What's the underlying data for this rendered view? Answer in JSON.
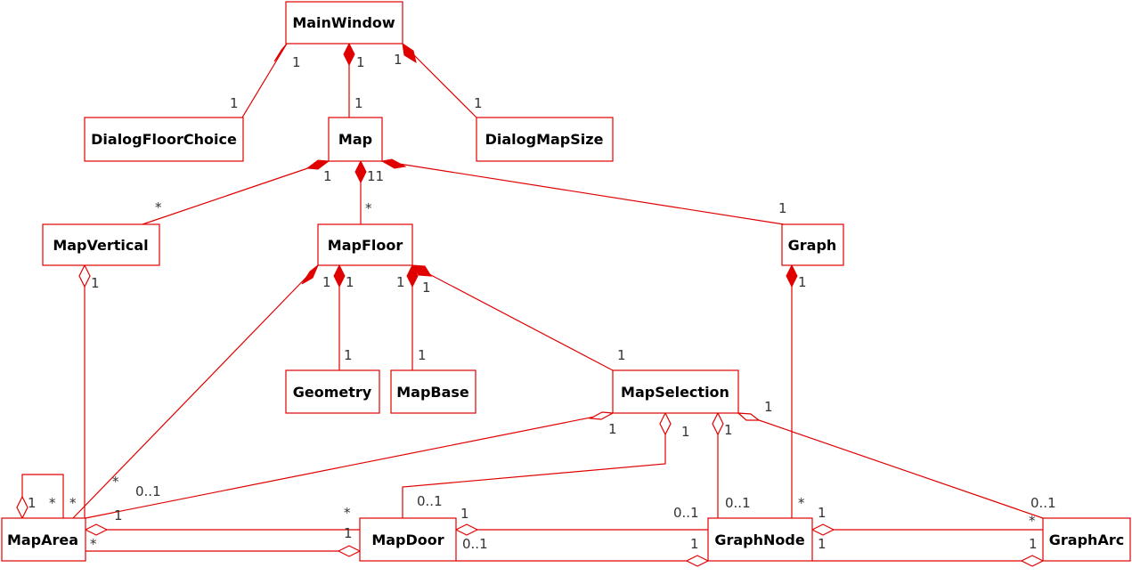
{
  "diagram": {
    "classes": {
      "main_window": "MainWindow",
      "dialog_floor_choice": "DialogFloorChoice",
      "map": "Map",
      "dialog_map_size": "DialogMapSize",
      "map_vertical": "MapVertical",
      "map_floor": "MapFloor",
      "graph": "Graph",
      "geometry": "Geometry",
      "map_base": "MapBase",
      "map_selection": "MapSelection",
      "map_area": "MapArea",
      "map_door": "MapDoor",
      "graph_node": "GraphNode",
      "graph_arc": "GraphArc"
    },
    "multiplicities": {
      "mw_dfc_src": "1",
      "mw_dfc_dst": "1",
      "mw_map_src": "1",
      "mw_map_dst": "1",
      "mw_dms_src": "1",
      "mw_dms_dst": "1",
      "map_mv_src": "1",
      "map_mv_dst": "*",
      "map_mf_src": "11",
      "map_mf_dst": "*",
      "map_graph_dst": "1",
      "mv_ma_src": "1",
      "mv_ma_dst": "*",
      "mf_ma_src": "1",
      "mf_ma_dst": "*",
      "mf_geo_src": "1",
      "mf_geo_dst": "1",
      "mf_mb_src": "1",
      "mf_mb_dst": "1",
      "mf_ms_src": "1",
      "mf_ms_dst": "1",
      "graph_gn_src": "1",
      "graph_gn_dst": "*",
      "ms_ma_src": "1",
      "ms_ma_dst": "0..1",
      "ms_md_src": "1",
      "ms_md_dst": "0..1",
      "ms_gn_src": "1",
      "ms_gn_dst": "0..1",
      "ms_ga_src": "1",
      "ms_ga_dst": "0..1",
      "ma_self_a": "1",
      "ma_self_b": "*",
      "ma_md_top_src": "1",
      "ma_md_top_dst": "*",
      "ma_md_bot_src": "*",
      "ma_md_bot_dst": "1",
      "md_gn_top_src": "1",
      "md_gn_top_dst": "0..1",
      "md_gn_bot_src": "0..1",
      "md_gn_bot_dst": "1",
      "gn_ga_top_src": "1",
      "gn_ga_top_dst": "*",
      "gn_ga_bot_src": "1",
      "gn_ga_bot_dst": "1"
    }
  }
}
